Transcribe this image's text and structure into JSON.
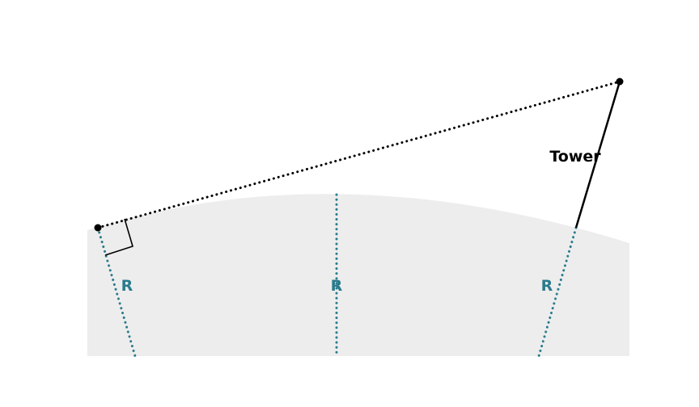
{
  "labels": {
    "tower": "Tower",
    "radius_left": "R",
    "radius_center": "R",
    "radius_right": "R"
  },
  "colors": {
    "earth_fill": "#ededed",
    "radius_line": "#2a7b8c",
    "radius_label": "#2a7b8c",
    "sight_line": "#000000",
    "tower_line": "#000000",
    "point": "#000000",
    "right_angle_marker": "#000000"
  }
}
